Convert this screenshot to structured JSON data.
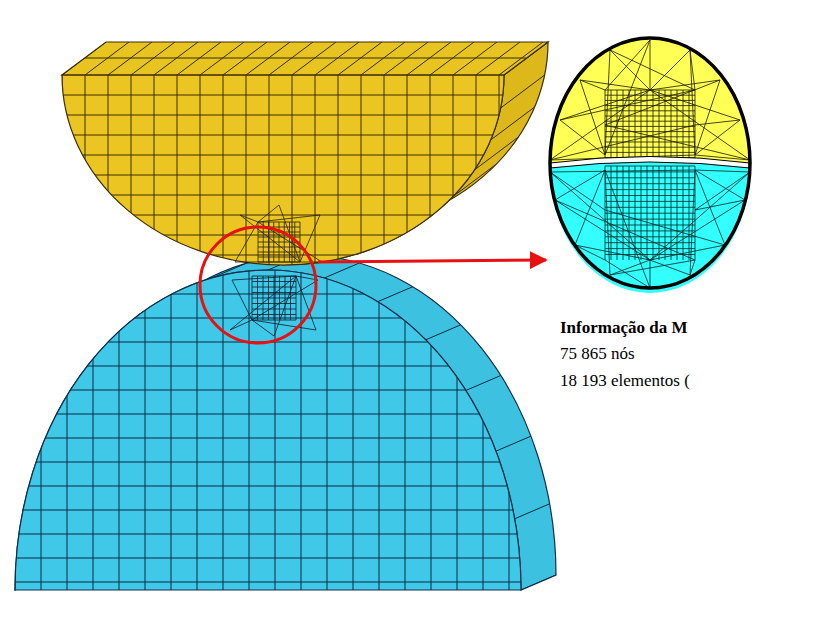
{
  "diagram": {
    "labels": [
      "Informação da M",
      "75 865 nós",
      "18 193 elementos ("
    ]
  }
}
